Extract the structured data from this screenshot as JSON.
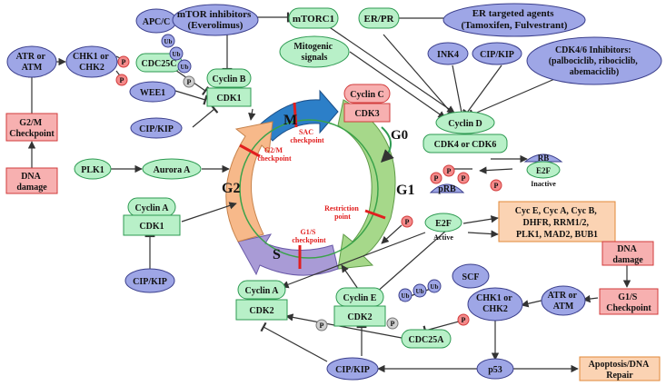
{
  "colors": {
    "green_fill": "#b8f0c8",
    "green_stroke": "#2e9a52",
    "purple_fill": "#9ea6e6",
    "purple_stroke": "#3b3f8c",
    "pink_fill": "#f7b0b0",
    "pink_stroke": "#d23b3b",
    "orange_fill": "#fbd3b3",
    "orange_stroke": "#e0883a",
    "phospho_fill": "#f48a8a",
    "phospho_gray": "#cfcfcf",
    "arc_M": "#2c7fc8",
    "arc_G1": "#a6d88a",
    "arc_S": "#a99bd6",
    "arc_G2": "#f7b98a",
    "checkpoint_red": "#e11f1f"
  },
  "phases": {
    "M": "M",
    "G1": "G1",
    "S": "S",
    "G2": "G2",
    "G0": "G0"
  },
  "checkpoints": {
    "sac": [
      "SAC",
      "checkpoint"
    ],
    "g2m": [
      "G2/M",
      "checkpoint"
    ],
    "restriction": [
      "Restriction",
      "point"
    ],
    "g1s": [
      "G1/S",
      "checkpoint"
    ]
  },
  "nodes": {
    "apc": "APC/C",
    "mtor_inhib": [
      "mTOR inhibitors",
      "(Everolimus)"
    ],
    "mtorc1": "mTORC1",
    "er_pr": "ER/PR",
    "er_agents": [
      "ER targeted agents",
      "(Tamoxifen, Fulvestrant)"
    ],
    "atr_atm_top": [
      "ATR or",
      "ATM"
    ],
    "chk_top": [
      "CHK1 or",
      "CHK2"
    ],
    "cdc25c": "CDC25C",
    "wee1": "WEE1",
    "cyclin_b": "Cyclin B",
    "cdk1_b": "CDK1",
    "cip_kip_1": "CIP/KIP",
    "g2m_cp": [
      "G2/M",
      "Checkpoint"
    ],
    "dna_damage_1": [
      "DNA",
      "damage"
    ],
    "mitogenic": [
      "Mitogenic",
      "signals"
    ],
    "ink4": "INK4",
    "cip_kip_2": "CIP/KIP",
    "cdk46_inhib": [
      "CDK4/6 Inhibitors:",
      "(palbociclib, ribociclib,",
      "abemaciclib)"
    ],
    "cyclin_c": "Cyclin C",
    "cdk3": "CDK3",
    "cyclin_d": "Cyclin D",
    "cdk4_6": "CDK4 or CDK6",
    "plk1": "PLK1",
    "aurora": "Aurora A",
    "cyclin_a_1": "Cyclin A",
    "cdk1_a": "CDK1",
    "cip_kip_3": "CIP/KIP",
    "rb": "RB",
    "e2f_inactive": "E2F",
    "inactive": "Inactive",
    "prb": "pRB",
    "e2f_active": "E2F",
    "active": "Active",
    "targets": [
      "Cyc E, Cyc A, Cyc B,",
      "DHFR, RRM1/2,",
      "PLK1, MAD2, BUB1"
    ],
    "dna_damage_2": [
      "DNA",
      "damage"
    ],
    "cyclin_a_2": "Cyclin A",
    "cdk2_a": "CDK2",
    "cyclin_e": "Cyclin E",
    "cdk2_e": "CDK2",
    "scf": "SCF",
    "chk_bottom": [
      "CHK1 or",
      "CHK2"
    ],
    "atr_atm_bottom": [
      "ATR or",
      "ATM"
    ],
    "g1s_cp": [
      "G1/S",
      "Checkpoint"
    ],
    "cdc25a": "CDC25A",
    "cip_kip_4": "CIP/KIP",
    "p53": "p53",
    "apoptosis": [
      "Apoptosis/DNA",
      "Repair"
    ]
  },
  "marks": {
    "ub": "Ub",
    "p": "P"
  }
}
